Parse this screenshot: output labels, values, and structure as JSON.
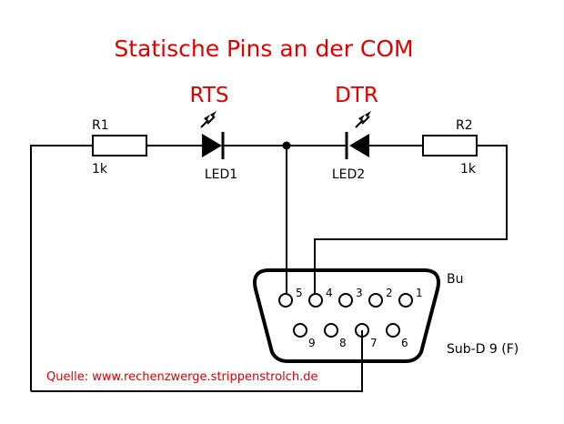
{
  "title": "Statische Pins an der COM",
  "signals": {
    "rts": "RTS",
    "dtr": "DTR"
  },
  "components": {
    "r1": {
      "name": "R1",
      "value": "1k"
    },
    "r2": {
      "name": "R2",
      "value": "1k"
    },
    "led1": {
      "name": "LED1"
    },
    "led2": {
      "name": "LED2"
    }
  },
  "connector": {
    "gender_label": "Bu",
    "type_label": "Sub-D 9 (F)",
    "pins_top": [
      "5",
      "4",
      "3",
      "2",
      "1"
    ],
    "pins_bottom": [
      "9",
      "8",
      "7",
      "6"
    ]
  },
  "source": "Quelle: www.rechenzwerge.strippenstrolch.de",
  "colors": {
    "accent": "#e00000",
    "line": "#000000"
  }
}
